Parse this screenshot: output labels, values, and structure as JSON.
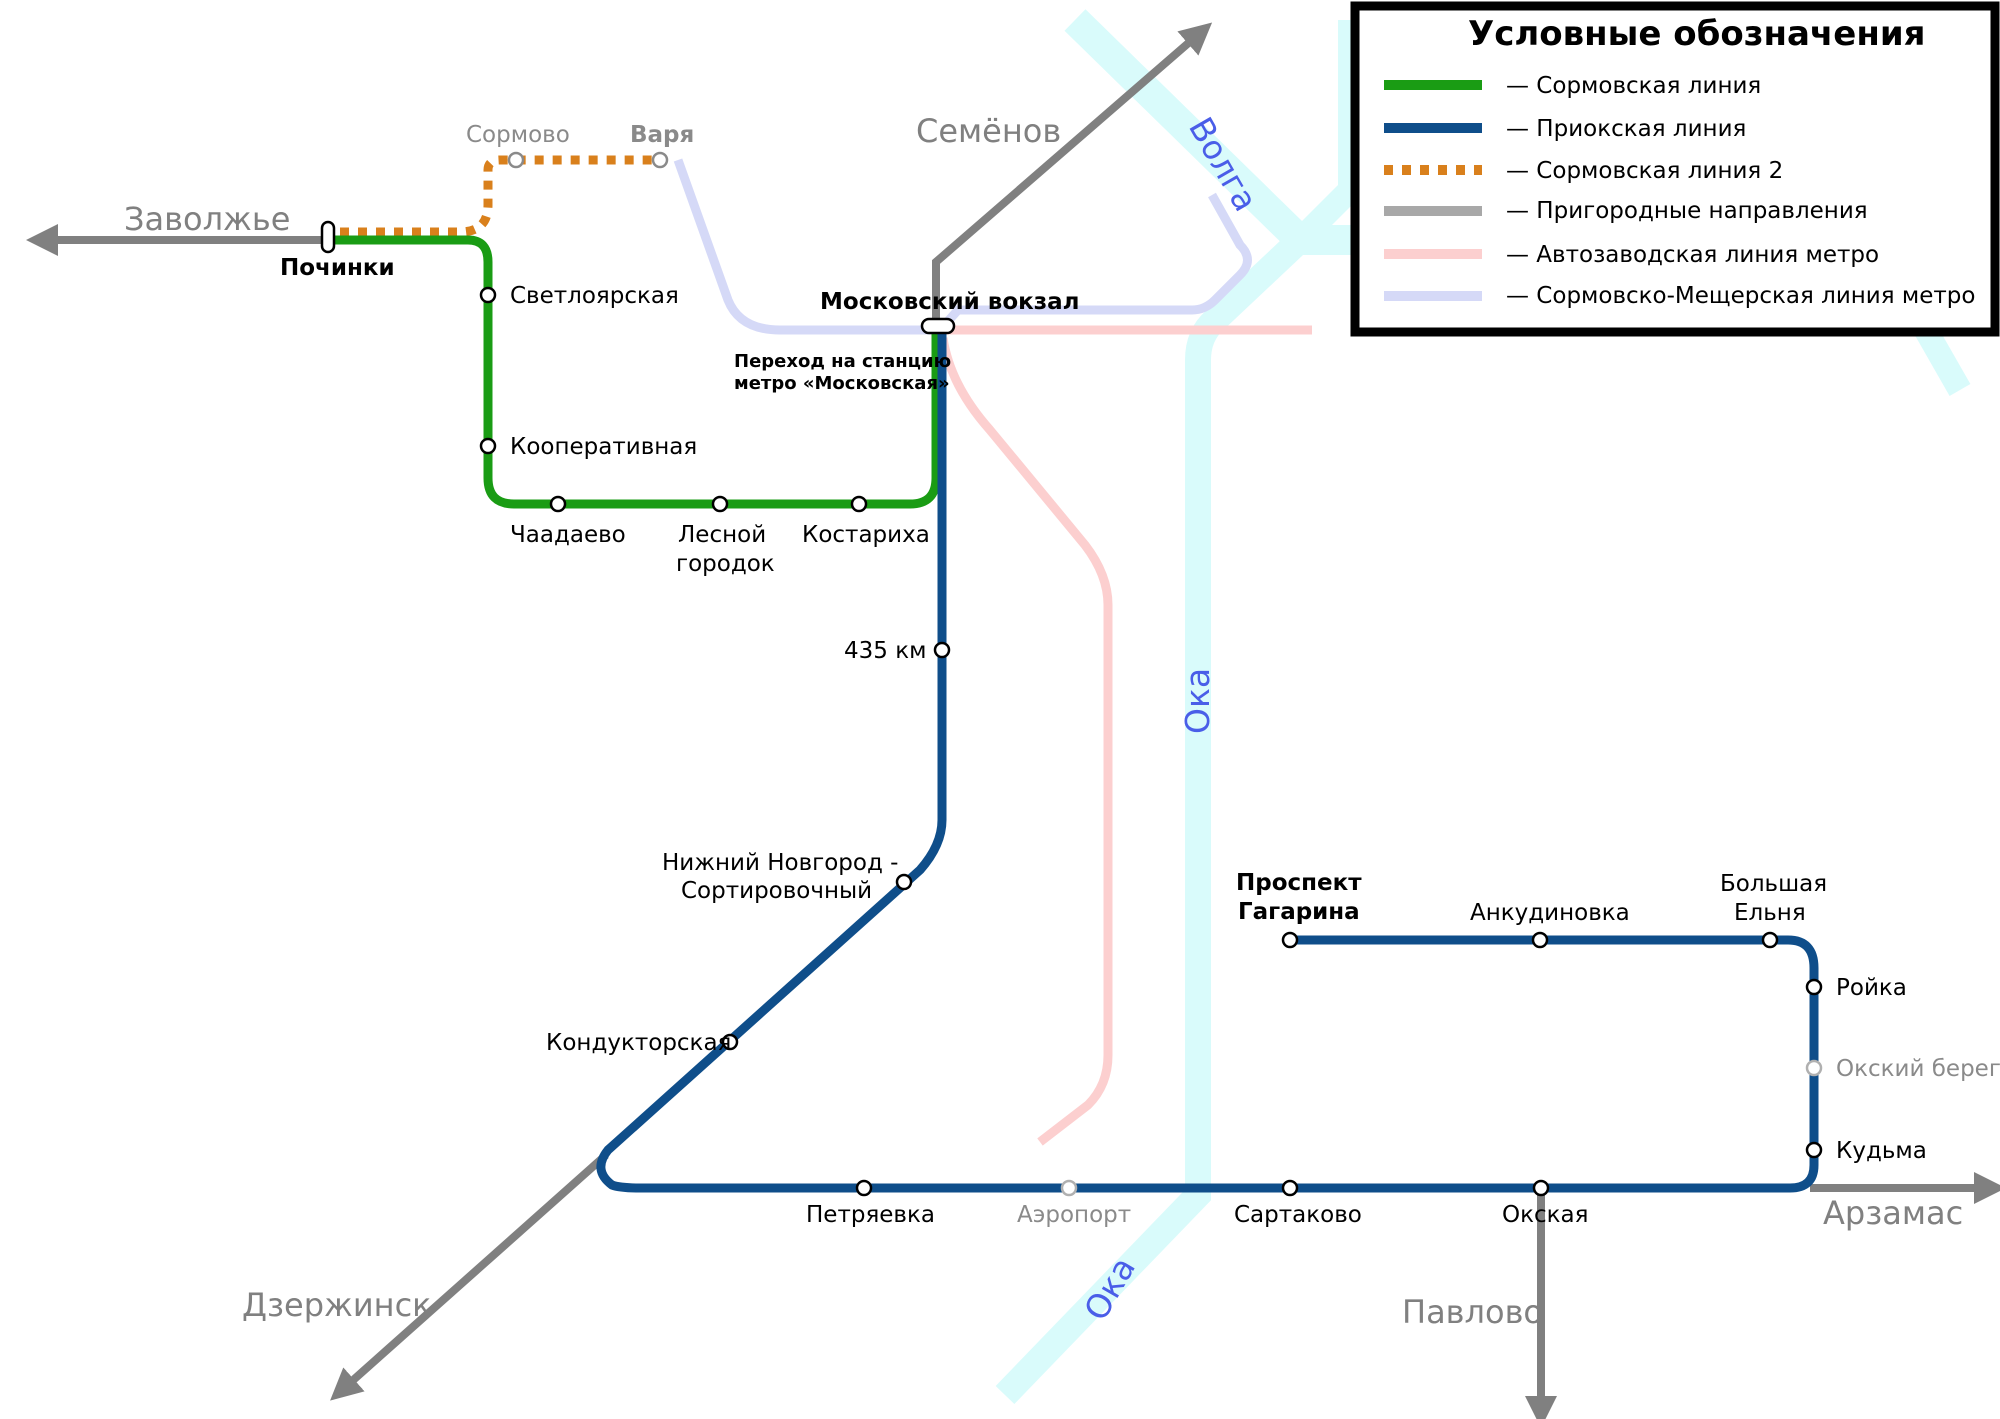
{
  "colors": {
    "sormovskaya": "#1a9c14",
    "priokskaya": "#0f4e8a",
    "sormovskaya2": "#d9801c",
    "suburban": "#808080",
    "avtozavodskaya_metro": "#fccfcf",
    "sormovsko_meshcherskaya_metro": "#d5d9f7",
    "river": "#d9fbfb",
    "river_label": "#4a5ee8"
  },
  "legend": {
    "title": "Условные обозначения",
    "items": [
      {
        "key": "sormovskaya",
        "label": "— Сормовская линия",
        "style": "solid"
      },
      {
        "key": "priokskaya",
        "label": "— Приокская линия",
        "style": "solid"
      },
      {
        "key": "sormovskaya2",
        "label": "— Сормовская линия 2",
        "style": "dotted"
      },
      {
        "key": "suburban",
        "label": "— Пригородные направления",
        "style": "solid"
      },
      {
        "key": "avtozavodskaya_metro",
        "label": "— Автозаводская линия метро",
        "style": "solid"
      },
      {
        "key": "sormovsko_meshcherskaya_metro",
        "label": "— Сормовско-Мещерская линия метро",
        "style": "solid"
      }
    ]
  },
  "directions": {
    "zavolzhye": "Заволжье",
    "semenov": "Семёнов",
    "dzerzhinsk": "Дзержинск",
    "pavlovo": "Павлово",
    "arzamas": "Арзамас"
  },
  "rivers": {
    "volga": "Волга",
    "oka_mid": "Ока",
    "oka_low": "Ока"
  },
  "stations": {
    "pochinki": "Починки",
    "sormovo": "Сормово",
    "varya": "Варя",
    "svetloyarskaya": "Светлоярская",
    "kooperativnaya": "Кооперативная",
    "chaadaevo": "Чаадаево",
    "lesnoy_1": "Лесной",
    "lesnoy_2": "городок",
    "kostarikha": "Костариха",
    "moskovsky_vokzal": "Московский вокзал",
    "transfer_1": "Переход на станцию",
    "transfer_2": "метро «Московская»",
    "km435": "435 км",
    "sortirovochny_1": "Нижний Новгород -",
    "sortirovochny_2": "Сортировочный",
    "konduktorskaya": "Кондукторская",
    "petryaevka": "Петряевка",
    "aeroport": "Аэропорт",
    "sartakovo": "Сартаково",
    "okskaya": "Окская",
    "prospekt_1": "Проспект",
    "prospekt_2": "Гагарина",
    "ankudinovka": "Анкудиновка",
    "bolshaya_1": "Большая",
    "bolshaya_2": "Ельня",
    "royka": "Ройка",
    "oksky_bereg": "Окский берег",
    "kudma": "Кудьма"
  }
}
